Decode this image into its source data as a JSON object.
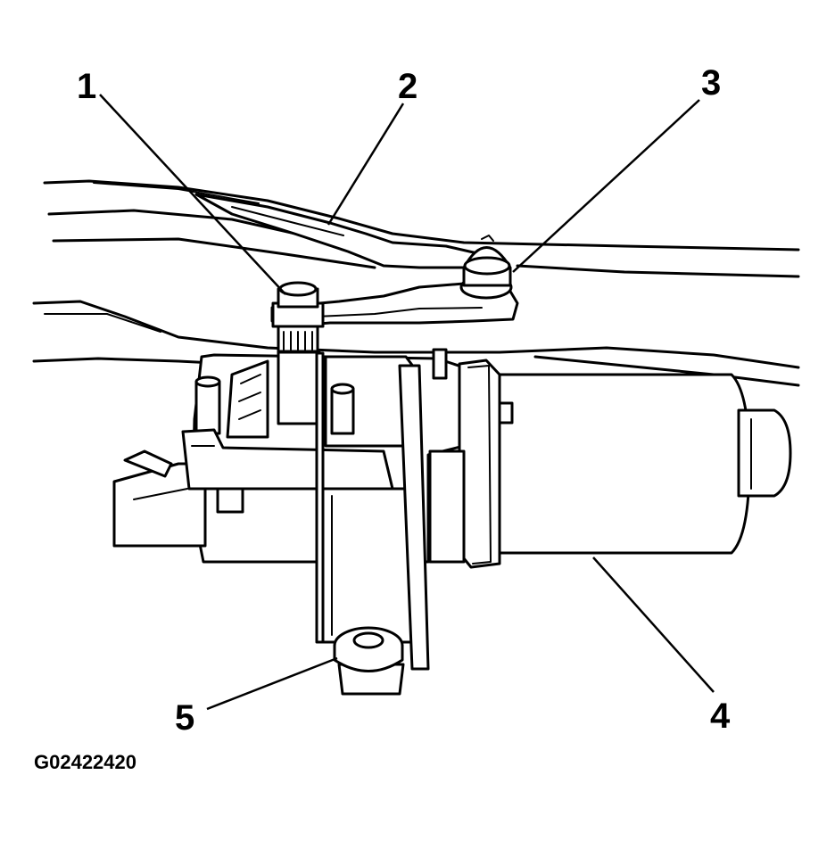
{
  "figure_id": "G02422420",
  "callouts": [
    {
      "label": "1"
    },
    {
      "label": "2"
    },
    {
      "label": "3"
    },
    {
      "label": "4"
    },
    {
      "label": "5"
    }
  ]
}
